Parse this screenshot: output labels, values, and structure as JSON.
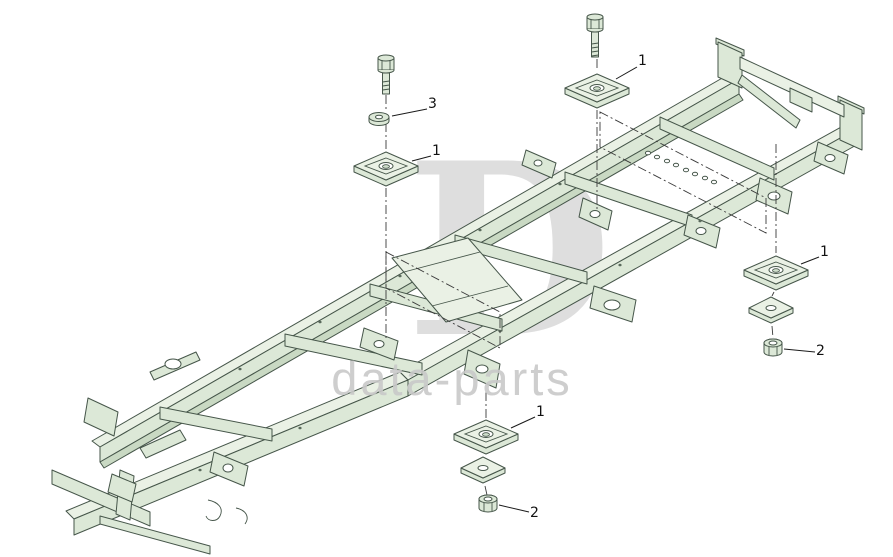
{
  "watermark": {
    "letter": "D",
    "text": "data-parts"
  },
  "callouts": [
    {
      "label": "1",
      "part": "body-mount-pad-rear"
    },
    {
      "label": "3",
      "part": "washer-front"
    },
    {
      "label": "1",
      "part": "body-mount-pad-front"
    },
    {
      "label": "1",
      "part": "body-mount-pad-right"
    },
    {
      "label": "2",
      "part": "nut-right"
    },
    {
      "label": "1",
      "part": "body-mount-pad-bottom"
    },
    {
      "label": "2",
      "part": "nut-bottom"
    }
  ],
  "colors": {
    "background": "#ffffff",
    "frame_fill": "#dce8d7",
    "frame_stroke": "#46564a",
    "watermark": "#c9c9c9",
    "callout_text": "#111111"
  }
}
